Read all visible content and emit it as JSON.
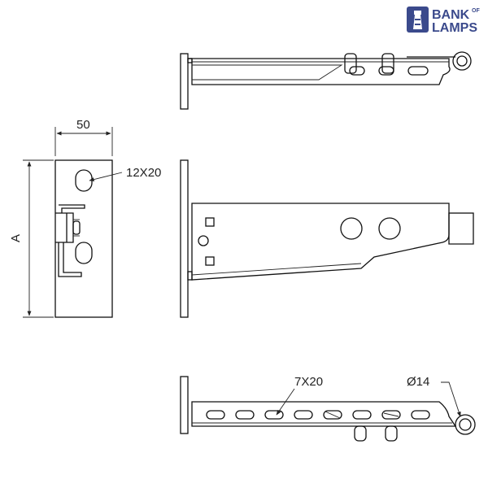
{
  "logo": {
    "line1": "BANK",
    "of": "OF",
    "line2": "LAMPS",
    "color": "#3b4a8c"
  },
  "dimensions": {
    "width": "50",
    "height": "A",
    "slot_top": "12X20",
    "slot_bottom": "7X20",
    "hole": "Ø14"
  },
  "colors": {
    "line": "#111111",
    "background": "#ffffff"
  }
}
